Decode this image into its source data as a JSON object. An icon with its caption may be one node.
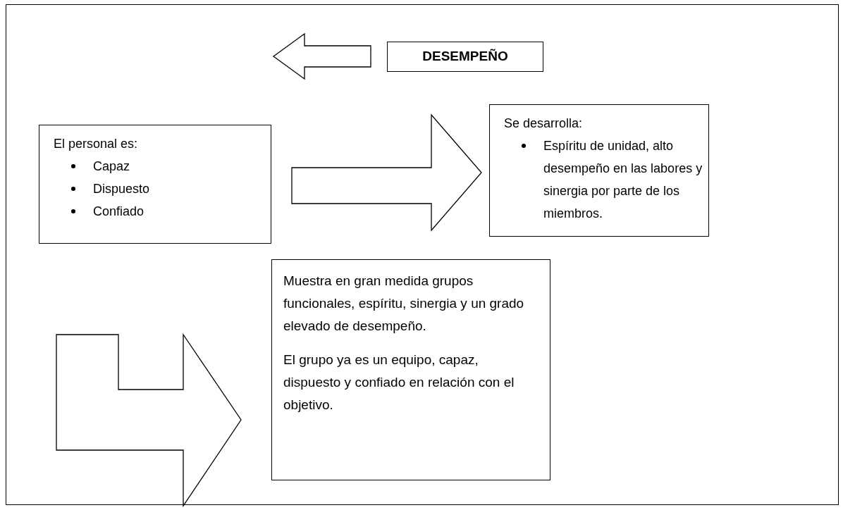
{
  "diagram": {
    "nodes": [
      {
        "text": [
          "DESEMPEÑO"
        ]
      },
      {
        "text": [
          "El personal es:",
          "Capaz",
          "Dispuesto",
          "Confiado"
        ]
      },
      {
        "text": [
          "Se desarrolla:",
          "Espíritu de unidad, alto desempeño en las labores y sinergia por parte de los miembros."
        ]
      },
      {
        "text": [
          "Muestra en gran medida grupos funcionales, espíritu, sinergia y un grado elevado de desempeño.",
          "El grupo ya es un equipo, capaz, dispuesto y confiado en relación con el objetivo."
        ]
      }
    ],
    "edges": [
      {
        "from": 0,
        "to": null,
        "arrow": "to"
      },
      {
        "from": 1,
        "to": 2,
        "arrow": "to"
      },
      {
        "from": 1,
        "to": 3,
        "arrow": "to"
      }
    ]
  }
}
